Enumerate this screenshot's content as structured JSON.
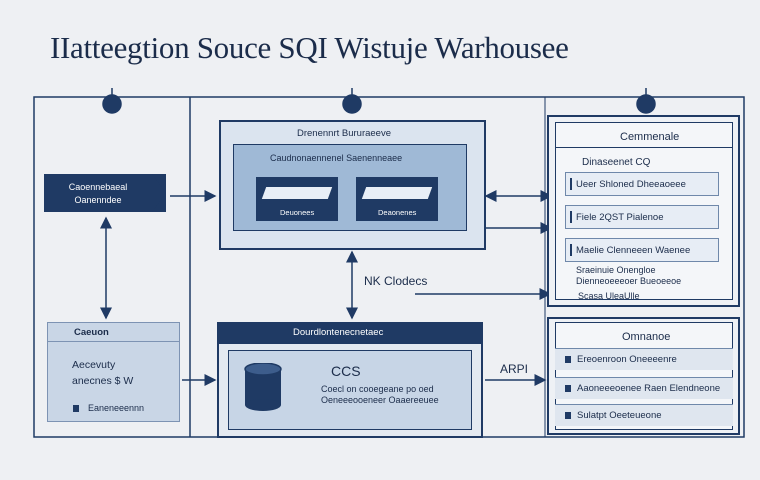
{
  "title": "IIatteegtion Souce SQI Wistuje Warhousee",
  "source_box": {
    "line1": "Caoennebaeal",
    "line2": "Oanenndee"
  },
  "left_panel": {
    "header": "Caeuon",
    "line1": "Aecevuty",
    "line2": "anecnes $ W",
    "footer": "Eaneneeennn"
  },
  "top_center": {
    "outer_label": "Drenennrt Bururaeeve",
    "inner_label": "Caudnonaennenel Saenenneaee",
    "screen_left": "Deuonees",
    "screen_right": "Deaonenes"
  },
  "middle_label": "NK Clodecs",
  "bottom_center": {
    "header": "Dourdlontenecnetaec",
    "big": "CCS",
    "line1": "Coecl on cooegeane po oed",
    "line2": "Oeneeeooeneer Oaaereeuee"
  },
  "api_label": "ARPI",
  "right_top": {
    "title": "Cemmenale",
    "subtitle": "Dinaseenet CQ",
    "rows": [
      "Ueer Shloned Dheeaoeee",
      "Fiele 2QST Pialenoe",
      "Maelie Clenneeen Waenee"
    ],
    "extra1": "Sraeinuie Onengloe",
    "extra2": "Dienneoeeeoer Bueoeeoe",
    "extra3": "Scasa UleaUlle"
  },
  "right_bottom": {
    "title": "Omnanoe",
    "rows": [
      "Ereoenroon Oneeeenre",
      "Aaoneeeoenee Raen Elendneone",
      "Sulatpt Oeeteueone"
    ]
  },
  "colors": {
    "navy": "#1f3a64",
    "light_blue": "#9fb9d6",
    "panel": "#dbe4ef",
    "background": "#eef0f3"
  },
  "icons": [
    "bell-icon",
    "database-icon",
    "monitor-icon"
  ]
}
